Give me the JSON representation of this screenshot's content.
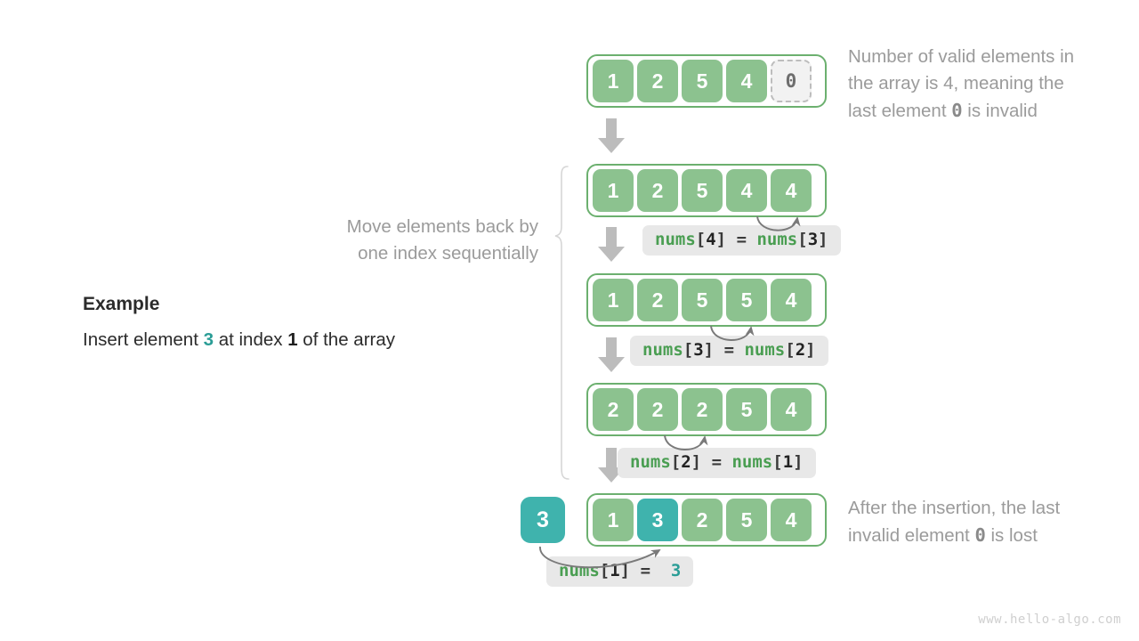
{
  "title": "Array insertion operation diagram",
  "colors": {
    "green_cell": "#8cc28f",
    "green_border": "#6cb06f",
    "teal_cell": "#3fb3ad",
    "invalid_cell_bg": "#f2f2f2",
    "invalid_cell_border": "#bdbdbd",
    "annotation_text": "#9b9b9b",
    "code_identifier": "#4a9e52",
    "code_punctuation": "#3a3a3a",
    "arrow_gray": "#b5b5b5",
    "curve_arrow": "#7a7a7a",
    "watermark": "#cfcfcf"
  },
  "example": {
    "heading": "Example",
    "line_prefix": "Insert element ",
    "value": "3",
    "line_middle": " at index ",
    "index": "1",
    "line_suffix": " of the array"
  },
  "left_note": {
    "line1": "Move elements back by",
    "line2": "one index sequentially"
  },
  "annotations": {
    "top": {
      "line1": "Number of valid elements in",
      "line2": "the array is 4, meaning the",
      "line3_prefix": "last element ",
      "line3_value": "0",
      "line3_suffix": " is invalid"
    },
    "bottom": {
      "line1": "After the insertion, the last",
      "line2_prefix": "invalid element ",
      "line2_value": "0",
      "line2_suffix": " is lost"
    }
  },
  "rows": [
    {
      "id": "row-initial",
      "cells": [
        {
          "value": "1",
          "state": "valid"
        },
        {
          "value": "2",
          "state": "valid"
        },
        {
          "value": "5",
          "state": "valid"
        },
        {
          "value": "4",
          "state": "valid"
        },
        {
          "value": "0",
          "state": "invalid"
        }
      ]
    },
    {
      "id": "row-shift-4",
      "cells": [
        {
          "value": "1",
          "state": "valid"
        },
        {
          "value": "2",
          "state": "valid"
        },
        {
          "value": "5",
          "state": "valid"
        },
        {
          "value": "4",
          "state": "valid"
        },
        {
          "value": "4",
          "state": "valid"
        }
      ]
    },
    {
      "id": "row-shift-3",
      "cells": [
        {
          "value": "1",
          "state": "valid"
        },
        {
          "value": "2",
          "state": "valid"
        },
        {
          "value": "5",
          "state": "valid"
        },
        {
          "value": "5",
          "state": "valid"
        },
        {
          "value": "4",
          "state": "valid"
        }
      ]
    },
    {
      "id": "row-shift-2",
      "cells": [
        {
          "value": "2",
          "state": "valid"
        },
        {
          "value": "2",
          "state": "valid"
        },
        {
          "value": "2",
          "state": "valid"
        },
        {
          "value": "5",
          "state": "valid"
        },
        {
          "value": "4",
          "state": "valid"
        }
      ]
    },
    {
      "id": "row-final",
      "inserted_value": "3",
      "cells": [
        {
          "value": "1",
          "state": "valid"
        },
        {
          "value": "3",
          "state": "inserted"
        },
        {
          "value": "2",
          "state": "valid"
        },
        {
          "value": "5",
          "state": "valid"
        },
        {
          "value": "4",
          "state": "valid"
        }
      ]
    }
  ],
  "code_labels": [
    {
      "id": "code-4-3",
      "lhs_id": "nums",
      "lhs_idx": "4",
      "op": "=",
      "rhs_id": "nums",
      "rhs_idx": "3",
      "text": "nums[4] = nums[3]"
    },
    {
      "id": "code-3-2",
      "lhs_id": "nums",
      "lhs_idx": "3",
      "op": "=",
      "rhs_id": "nums",
      "rhs_idx": "2",
      "text": "nums[3] = nums[2]"
    },
    {
      "id": "code-2-1",
      "lhs_id": "nums",
      "lhs_idx": "2",
      "op": "=",
      "rhs_id": "nums",
      "rhs_idx": "1",
      "text": "nums[2] = nums[1]"
    },
    {
      "id": "code-1-val",
      "lhs_id": "nums",
      "lhs_idx": "1",
      "op": "=",
      "rhs_value": "3",
      "text": "nums[1] = 3"
    }
  ],
  "watermark": "www.hello-algo.com"
}
